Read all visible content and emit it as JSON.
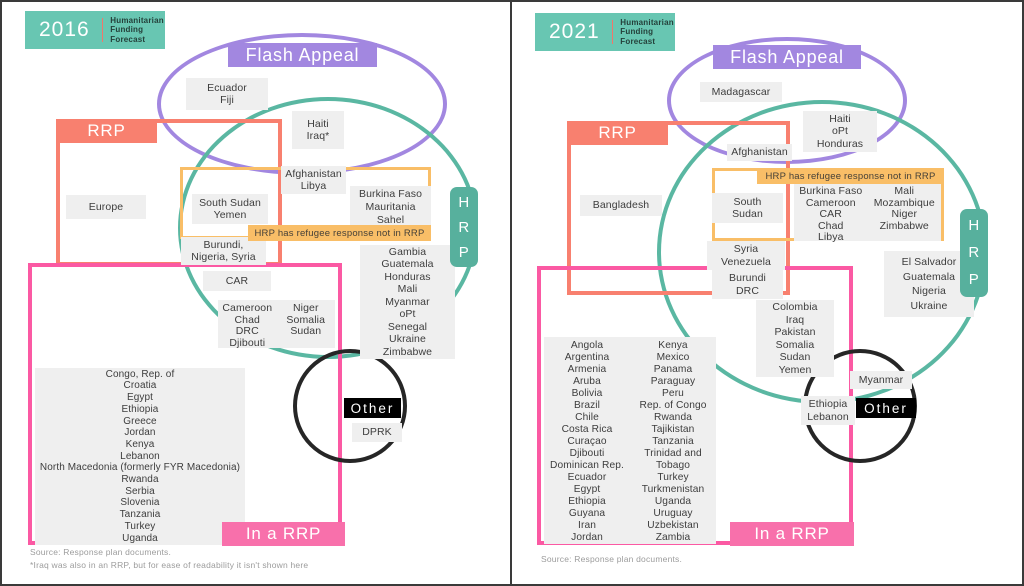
{
  "colors": {
    "teal_badge": "#68c6b2",
    "teal_circle": "#5ab7a2",
    "teal_tab": "#57b09d",
    "purple": "#a287e0",
    "salmon": "#f8806f",
    "pink": "#fb59a3",
    "orange": "#f9be67",
    "gray_box": "#efefef",
    "text": "#3d3d3d",
    "black": "#000000"
  },
  "panels": [
    {
      "year": "2016",
      "brand": "Humanitarian\nFunding Forecast",
      "labels": {
        "flash_appeal": "Flash Appeal",
        "rrp": "RRP",
        "hrp": "HRP",
        "in_a_rrp": "In a RRP",
        "other": "Other",
        "refugee_band": "HRP has refugee response not in RRP"
      },
      "groups": {
        "flash_only": "Ecuador\nFiji",
        "flash_hrp": "Haiti\nIraq*",
        "rrp_only": "Europe",
        "flash_hrp_refugee": "Afghanistan\nLibya",
        "rrp_hrp_refugee": "South Sudan\nYemen",
        "hrp_refugee": "Burkina Faso\nMauritania\nSahel",
        "rrp_hrp": "Burundi,\nNigeria, Syria",
        "rrp_hrp_in_rrp": "CAR",
        "hrp_in_rrp_col1": "Cameroon\nChad\nDRC\nDjibouti",
        "hrp_in_rrp_col2": "Niger\nSomalia\nSudan",
        "hrp_only": "Gambia\nGuatemala\nHonduras\nMali\nMyanmar\noPt\nSenegal\nUkraine\nZimbabwe",
        "other_only": "DPRK",
        "in_rrp_only": "Congo, Rep. of\nCroatia\nEgypt\nEthiopia\nGreece\nJordan\nKenya\nLebanon\nNorth Macedonia (formerly FYR Macedonia)\nRwanda\nSerbia\nSlovenia\nTanzania\nTurkey\nUganda"
      },
      "footnotes": [
        "Source: Response plan documents.",
        "*Iraq was also in an RRP, but for ease of readability it isn't shown here"
      ]
    },
    {
      "year": "2021",
      "brand": "Humanitarian\nFunding Forecast",
      "labels": {
        "flash_appeal": "Flash Appeal",
        "rrp": "RRP",
        "hrp": "HRP",
        "in_a_rrp": "In a RRP",
        "other": "Other",
        "refugee_band": "HRP has refugee response not in RRP"
      },
      "groups": {
        "flash_only": "Madagascar",
        "flash_hrp": "Haiti\noPt\nHonduras",
        "flash_rrp_hrp": "Afghanistan",
        "rrp_only": "Bangladesh",
        "rrp_hrp_refugee": "South\nSudan",
        "hrp_refugee_col1": "Burkina Faso\nCameroon\nCAR\nChad\nLibya",
        "hrp_refugee_col2": "Mali\nMozambique\nNiger\nZimbabwe",
        "rrp_hrp": "Syria\nVenezuela",
        "rrp_hrp_in_rrp": "Burundi\nDRC",
        "hrp_in_rrp": "Colombia\nIraq\nPakistan\nSomalia\nSudan\nYemen",
        "hrp_only": "El Salvador\nGuatemala\nNigeria\nUkraine",
        "hrp_other": "Myanmar",
        "other_in_rrp": "Ethiopia\nLebanon",
        "in_rrp_col1": "Angola\nArgentina\nArmenia\nAruba\nBolivia\nBrazil\nChile\nCosta Rica\nCuraçao\nDjibouti\nDominican Rep.\nEcuador\nEgypt\nEthiopia\nGuyana\nIran\nJordan",
        "in_rrp_col2": "Kenya\nMexico\nPanama\nParaguay\nPeru\nRep. of Congo\nRwanda\nTajikistan\nTanzania\nTrinidad and\nTobago\nTurkey\nTurkmenistan\nUganda\nUruguay\nUzbekistan\nZambia"
      },
      "footnotes": [
        "Source: Response plan documents."
      ]
    }
  ]
}
